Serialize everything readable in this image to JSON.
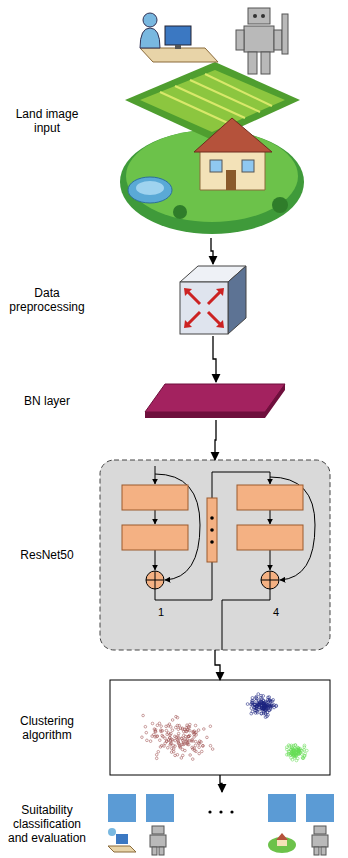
{
  "diagram": {
    "nodes": [
      {
        "text": [
          "Land image input"
        ]
      },
      {
        "text": [
          "Data preprocessing"
        ]
      },
      {
        "text": [
          "BN layer"
        ]
      },
      {
        "text": [
          "ResNet50"
        ]
      },
      {
        "text": [
          "Clustering algorithm"
        ]
      },
      {
        "text": [
          "Suitability classification and evaluation"
        ]
      }
    ],
    "edges": [
      {
        "from": 0,
        "to": 1,
        "arrow": "to"
      },
      {
        "from": 1,
        "to": 2,
        "arrow": "to"
      },
      {
        "from": 2,
        "to": 3,
        "arrow": "to"
      },
      {
        "from": 3,
        "to": 4,
        "arrow": "to"
      },
      {
        "from": 4,
        "to": 5,
        "arrow": "to"
      }
    ],
    "labels": [
      "1",
      "4"
    ]
  }
}
